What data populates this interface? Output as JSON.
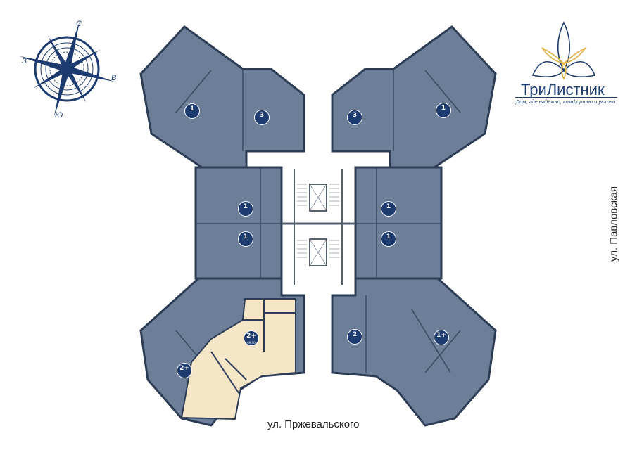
{
  "compass": {
    "north": "С",
    "east": "В",
    "south": "Ю",
    "west": "З"
  },
  "logo": {
    "name": "ТриЛистник",
    "tagline": "Дом, где надёжно, комфортно и уютно"
  },
  "streets": {
    "bottom": "ул. Пржевальского",
    "right": "ул. Павловская"
  },
  "colors": {
    "apartment": "#6c7e98",
    "wall": "#2c3c55",
    "highlight": "#f5e6c8",
    "brand": "#1d3b6e",
    "gold": "#e0b347"
  },
  "apartments": [
    {
      "rooms": "1",
      "wing": "top-left"
    },
    {
      "rooms": "3",
      "wing": "top-left"
    },
    {
      "rooms": "3",
      "wing": "top-right"
    },
    {
      "rooms": "1",
      "wing": "top-right"
    },
    {
      "rooms": "1",
      "wing": "middle-left"
    },
    {
      "rooms": "1",
      "wing": "middle-left"
    },
    {
      "rooms": "1",
      "wing": "middle-right"
    },
    {
      "rooms": "1",
      "wing": "middle-right"
    },
    {
      "rooms": "2+",
      "wing": "bottom-left",
      "selected": true,
      "area": "69,00"
    },
    {
      "rooms": "2+",
      "wing": "bottom-left"
    },
    {
      "rooms": "2",
      "wing": "bottom-right"
    },
    {
      "rooms": "1+",
      "wing": "bottom-right"
    }
  ]
}
